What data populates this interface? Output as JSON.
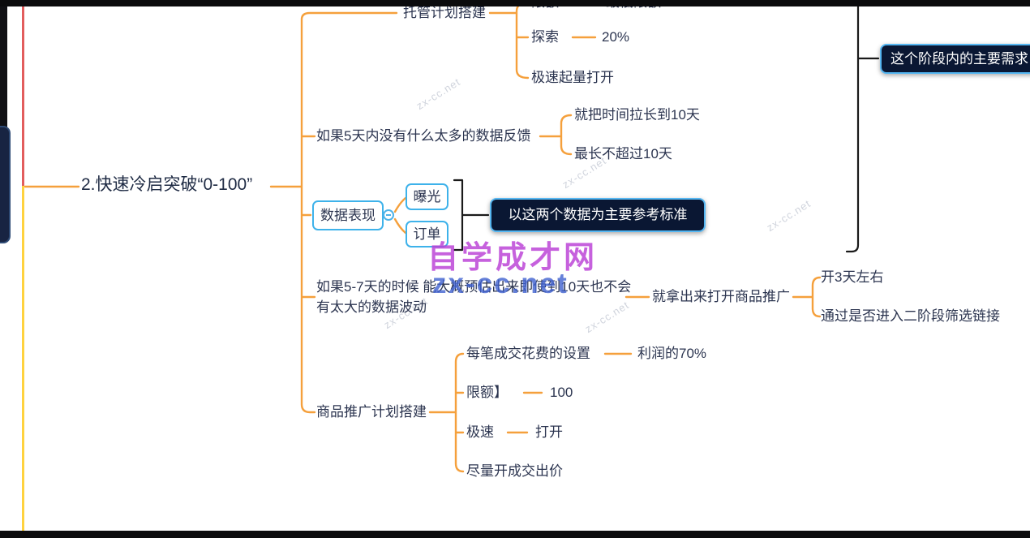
{
  "mindmap": {
    "main_topic": {
      "label": "2.快速冷启突破“0-100”"
    },
    "hosting_plan": {
      "label": "托管计划搭建",
      "limit": {
        "label": "限额",
        "value": "最低限额"
      },
      "explore": {
        "label": "探索",
        "value": "20%"
      },
      "rapid": {
        "label": "极速起量打开"
      }
    },
    "no_feedback": {
      "label": "如果5天内没有什么太多的数据反馈",
      "extend": {
        "label": "就把时间拉长到10天"
      },
      "max": {
        "label": "最长不超过10天"
      }
    },
    "data_performance": {
      "label": "数据表现",
      "exposure": {
        "label": "曝光"
      },
      "orders": {
        "label": "订单"
      },
      "summary": {
        "label": "以这两个数据为主要参考标准"
      }
    },
    "estimate": {
      "label": "如果5-7天的时候  能大概预估出来即使到10天也不会有太大的数据波动",
      "action": {
        "label": "就拿出来打开商品推广"
      },
      "duration": {
        "label": "开3天左右"
      },
      "filter": {
        "label": "通过是否进入二阶段筛选链接"
      }
    },
    "product_promotion": {
      "label": "商品推广计划搭建",
      "cost_per_deal": {
        "label": "每笔成交花费的设置",
        "value": "利润的70%"
      },
      "limit": {
        "label": "限额】",
        "value": "100"
      },
      "speed": {
        "label": "极速",
        "value": "打开"
      },
      "bid": {
        "label": "尽量开成交出价"
      }
    },
    "stage_note": {
      "label": "这个阶段内的主要需求"
    }
  },
  "watermark": {
    "title": "自学成才网",
    "site": "zx-cc.net",
    "tiled": "zx-cc.net"
  },
  "colors": {
    "connector_orange": "#f5a03c",
    "bracket_black": "#1a1a1a",
    "node_text": "#2c3550",
    "box_border_blue": "#3eb2ea",
    "dark_box_bg": "#0a1733",
    "dark_box_border": "#56b7f2",
    "branch_red": "#e25d5d",
    "branch_yellow": "#ffd23e",
    "watermark_purple": "#ba3ed6",
    "watermark_blue": "#4062d0"
  }
}
